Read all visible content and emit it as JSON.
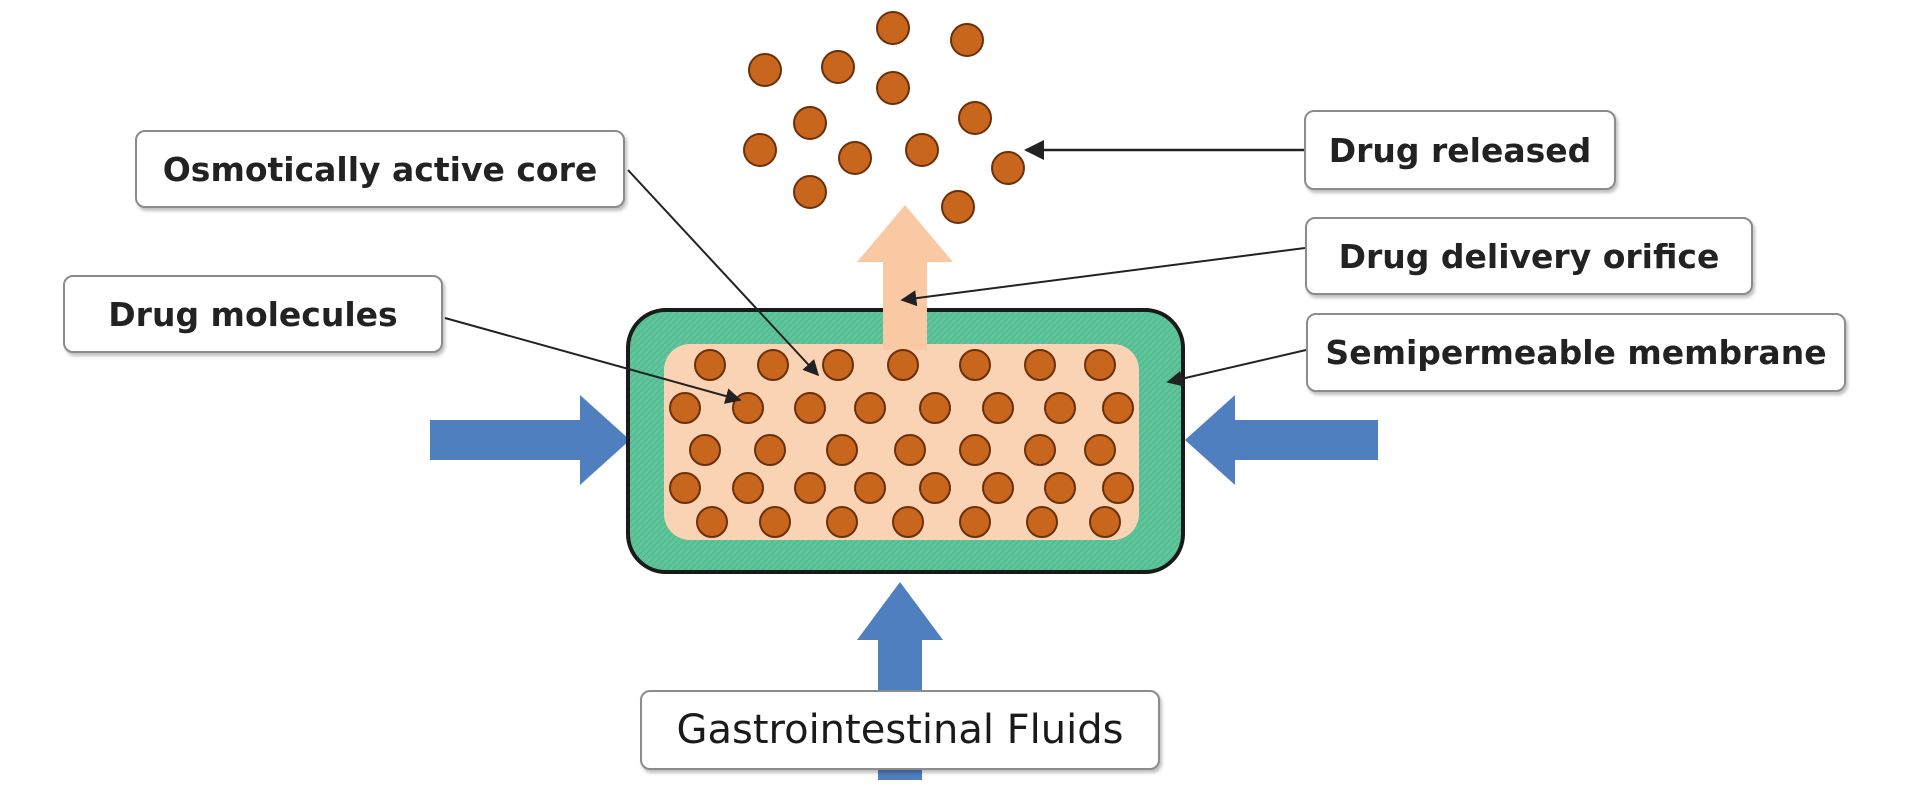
{
  "labels": {
    "osmotic_core": "Osmotically active core",
    "drug_released": "Drug released",
    "delivery_orifice": "Drug delivery orifice",
    "drug_molecules": "Drug molecules",
    "membrane": "Semipermeable membrane",
    "gi_fluids": "Gastrointestinal Fluids"
  },
  "colors": {
    "membrane": "#5ec49a",
    "core": "#f9d3b4",
    "molecule": "#c8661e",
    "molecule_outline": "#6b300a",
    "fluid_arrow": "#4f7fbf",
    "release_arrow": "#f9c9a3",
    "leader_line": "#222222"
  }
}
